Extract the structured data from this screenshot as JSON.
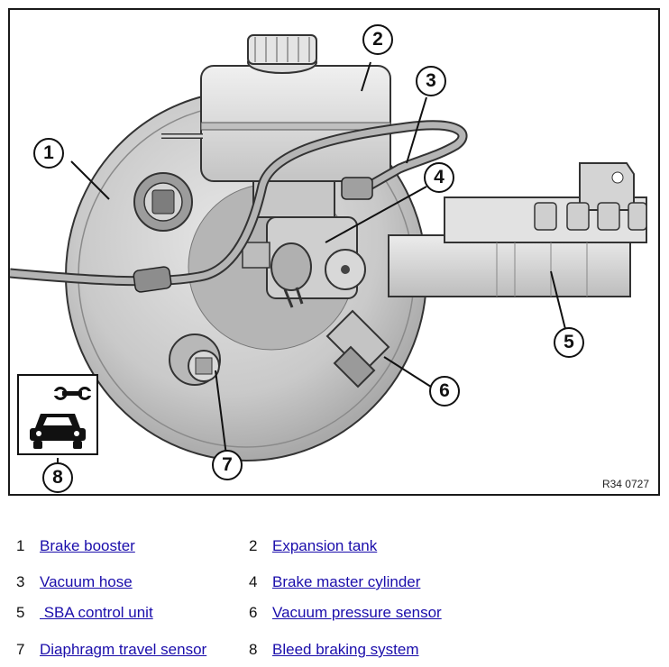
{
  "figure": {
    "reference_code": "R34 0727",
    "callouts": [
      "1",
      "2",
      "3",
      "4",
      "5",
      "6",
      "7",
      "8"
    ]
  },
  "legend": [
    {
      "num": "1",
      "label": "Brake booster"
    },
    {
      "num": "2",
      "label": "Expansion tank"
    },
    {
      "num": "3",
      "label": "Vacuum hose"
    },
    {
      "num": "4",
      "label": "Brake master cylinder"
    },
    {
      "num": "5",
      "label": " SBA control unit"
    },
    {
      "num": "6",
      "label": "Vacuum pressure sensor"
    },
    {
      "num": "7",
      "label": "Diaphragm travel sensor"
    },
    {
      "num": "8",
      "label": "Bleed braking system"
    }
  ],
  "icons": {
    "service": "wrench-icon",
    "vehicle": "car-icon"
  },
  "colors": {
    "link": "#1a0dab",
    "outline": "#111111",
    "part_fill": "#d9d9d9"
  }
}
